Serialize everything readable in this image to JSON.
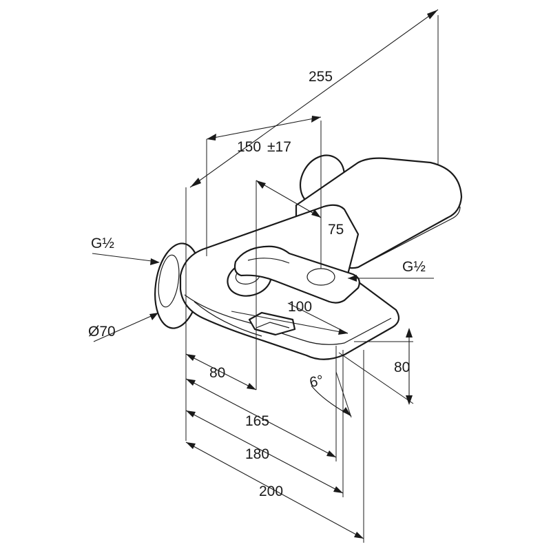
{
  "drawing": {
    "dimensions": {
      "overall_depth": "255",
      "projection_range": "150",
      "projection_tolerance": "±17",
      "handle_offset": "75",
      "spout_outlet": "100",
      "wall_to_lever": "80",
      "spout_height": "80",
      "wall_to_outlet": "165",
      "wall_to_spout_tip": "180",
      "overall_length": "200",
      "spout_angle": "6°",
      "rosette_diameter": "Ø70"
    },
    "connections": {
      "upper_thread": "G½",
      "lower_thread": "G½"
    }
  }
}
